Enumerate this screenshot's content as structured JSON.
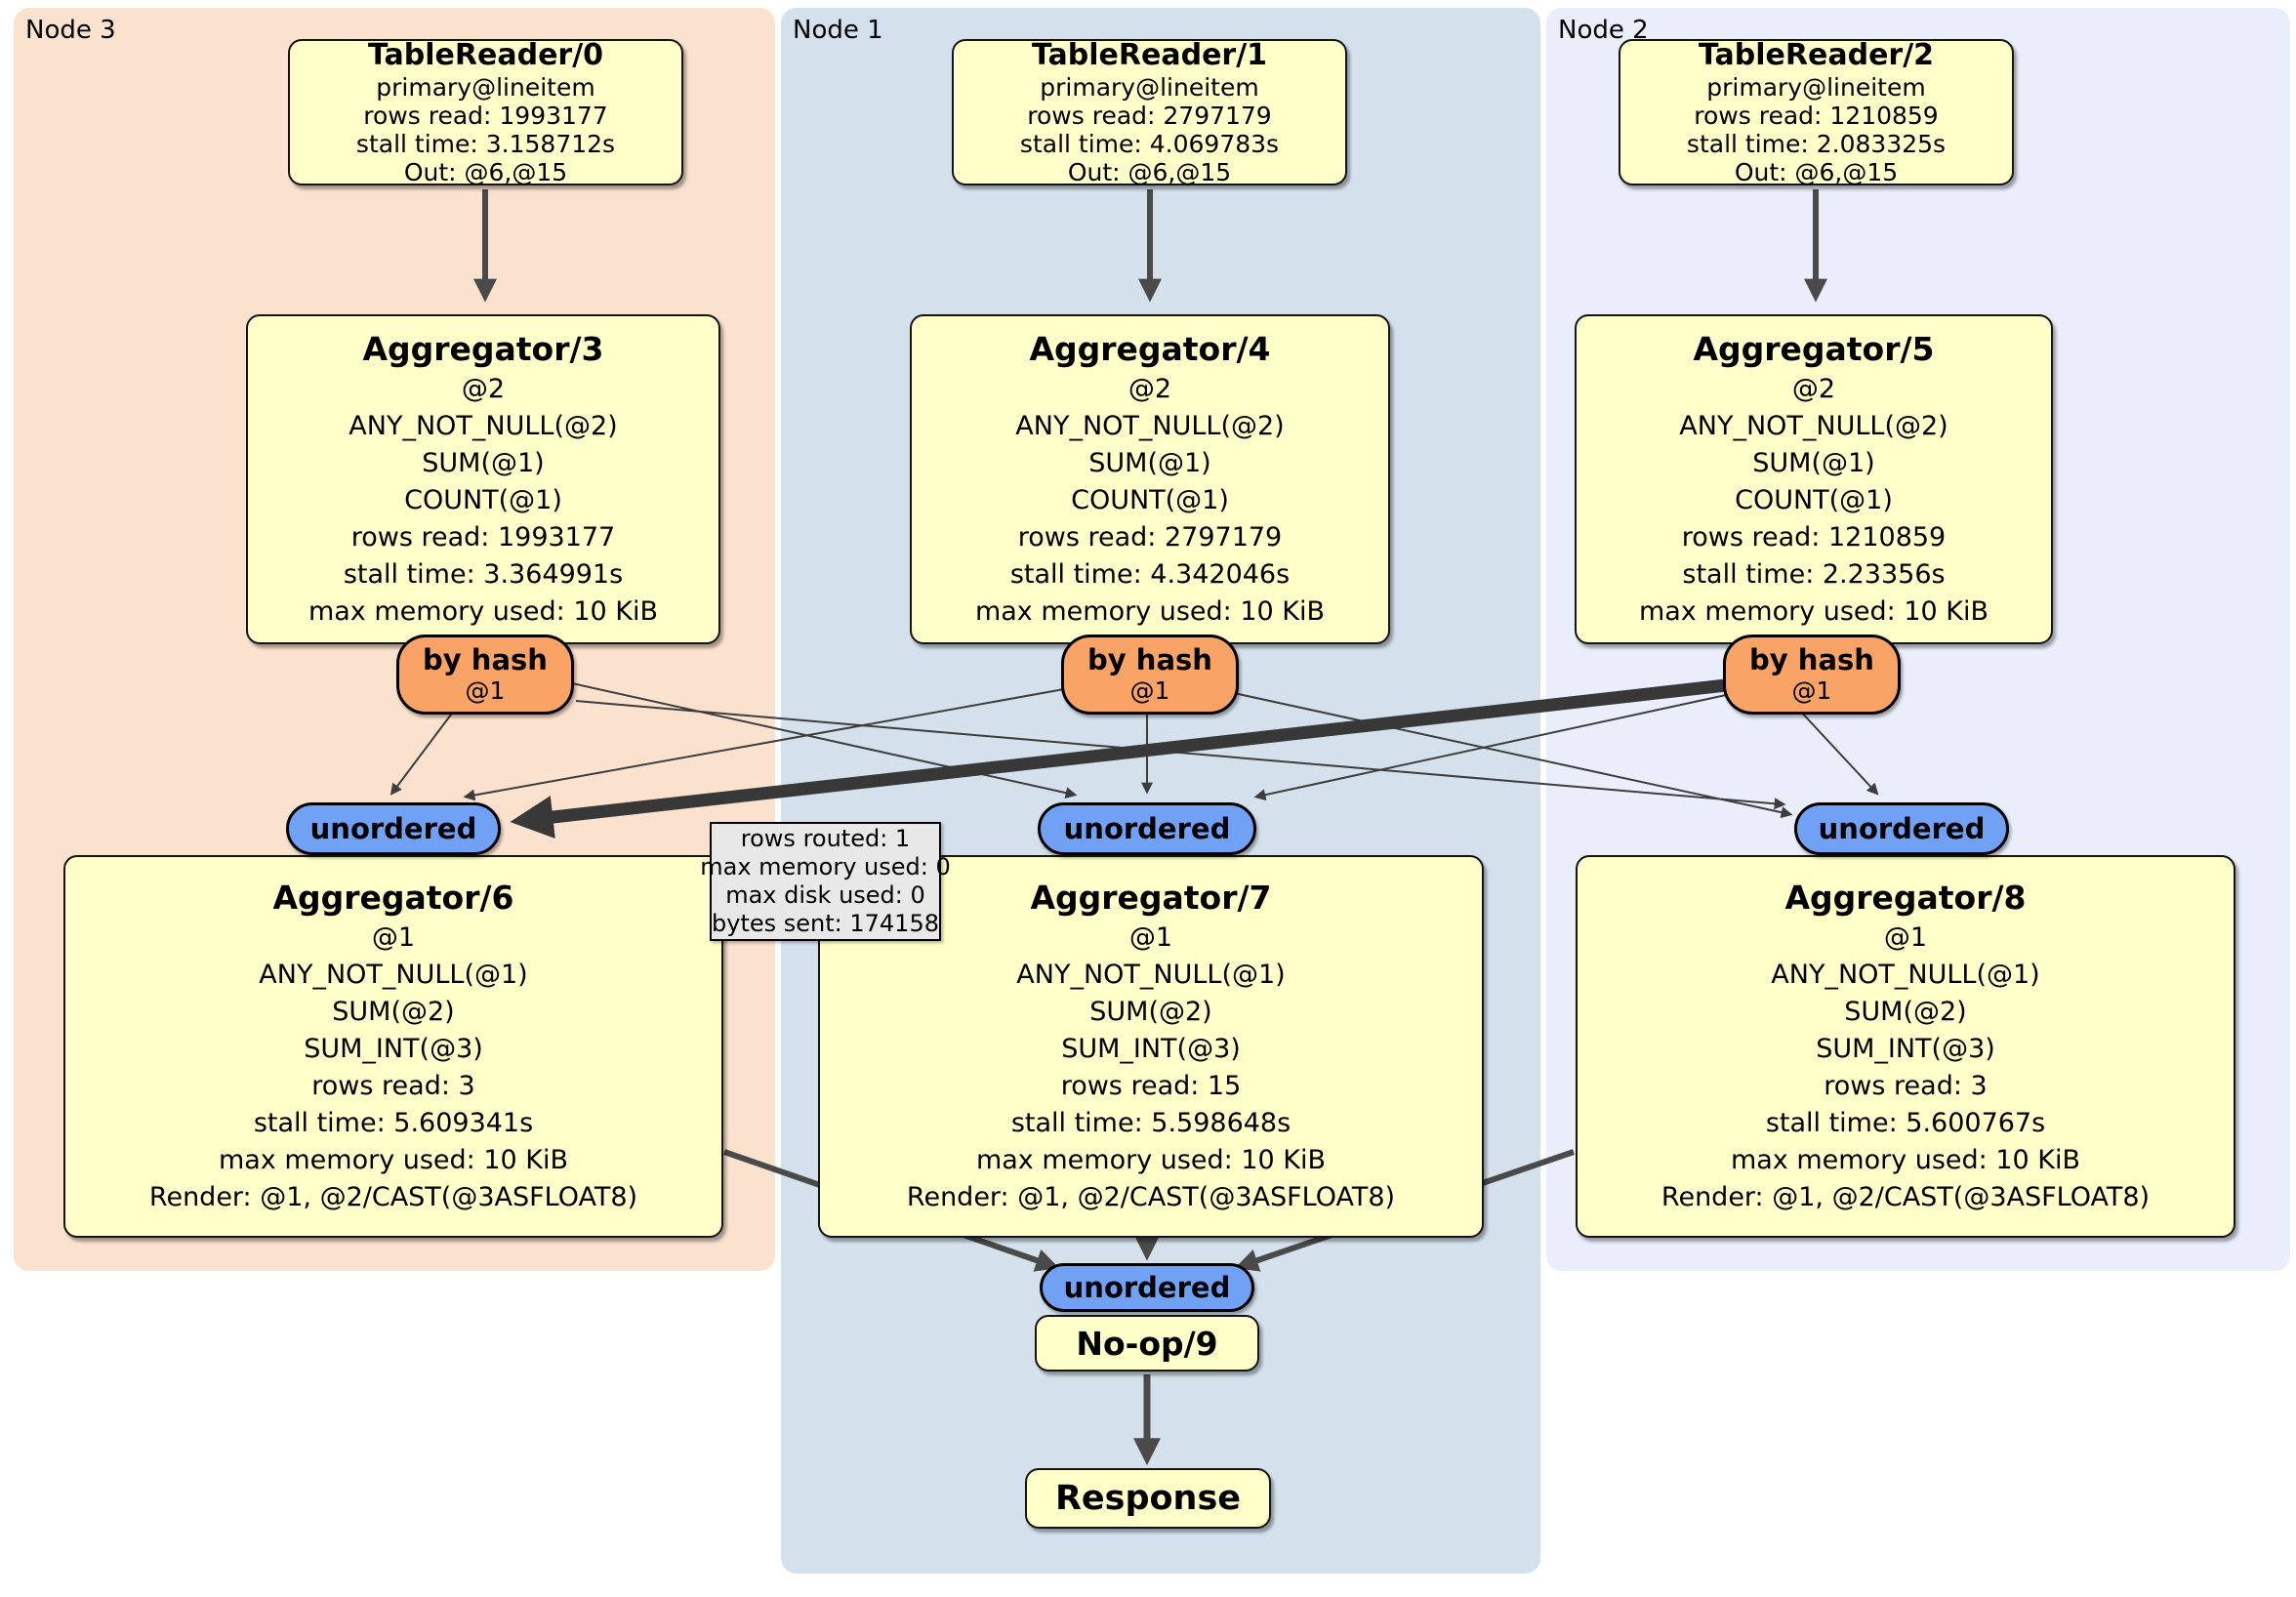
{
  "panels": [
    {
      "label": "Node 3"
    },
    {
      "label": "Node 1"
    },
    {
      "label": "Node 2"
    }
  ],
  "boxes": {
    "tr0": {
      "title": "TableReader/0",
      "lines": [
        "primary@lineitem",
        "rows read: 1993177",
        "stall time: 3.158712s",
        "Out: @6,@15"
      ]
    },
    "tr1": {
      "title": "TableReader/1",
      "lines": [
        "primary@lineitem",
        "rows read: 2797179",
        "stall time: 4.069783s",
        "Out: @6,@15"
      ]
    },
    "tr2": {
      "title": "TableReader/2",
      "lines": [
        "primary@lineitem",
        "rows read: 1210859",
        "stall time: 2.083325s",
        "Out: @6,@15"
      ]
    },
    "agg3": {
      "title": "Aggregator/3",
      "lines": [
        "@2",
        "ANY_NOT_NULL(@2)",
        "SUM(@1)",
        "COUNT(@1)",
        "rows read: 1993177",
        "stall time: 3.364991s",
        "max memory used: 10 KiB"
      ]
    },
    "agg4": {
      "title": "Aggregator/4",
      "lines": [
        "@2",
        "ANY_NOT_NULL(@2)",
        "SUM(@1)",
        "COUNT(@1)",
        "rows read: 2797179",
        "stall time: 4.342046s",
        "max memory used: 10 KiB"
      ]
    },
    "agg5": {
      "title": "Aggregator/5",
      "lines": [
        "@2",
        "ANY_NOT_NULL(@2)",
        "SUM(@1)",
        "COUNT(@1)",
        "rows read: 1210859",
        "stall time: 2.23356s",
        "max memory used: 10 KiB"
      ]
    },
    "agg6": {
      "title": "Aggregator/6",
      "lines": [
        "@1",
        "ANY_NOT_NULL(@1)",
        "SUM(@2)",
        "SUM_INT(@3)",
        "rows read: 3",
        "stall time: 5.609341s",
        "max memory used: 10 KiB",
        "Render: @1, @2/CAST(@3ASFLOAT8)"
      ]
    },
    "agg7": {
      "title": "Aggregator/7",
      "lines": [
        "@1",
        "ANY_NOT_NULL(@1)",
        "SUM(@2)",
        "SUM_INT(@3)",
        "rows read: 15",
        "stall time: 5.598648s",
        "max memory used: 10 KiB",
        "Render: @1, @2/CAST(@3ASFLOAT8)"
      ]
    },
    "agg8": {
      "title": "Aggregator/8",
      "lines": [
        "@1",
        "ANY_NOT_NULL(@1)",
        "SUM(@2)",
        "SUM_INT(@3)",
        "rows read: 3",
        "stall time: 5.600767s",
        "max memory used: 10 KiB",
        "Render: @1, @2/CAST(@3ASFLOAT8)"
      ]
    },
    "noop": {
      "title": "No-op/9"
    },
    "response": {
      "title": "Response"
    }
  },
  "routers": [
    {
      "label": "by hash",
      "key": "@1"
    },
    {
      "label": "by hash",
      "key": "@1"
    },
    {
      "label": "by hash",
      "key": "@1"
    }
  ],
  "syncs": [
    {
      "label": "unordered"
    },
    {
      "label": "unordered"
    },
    {
      "label": "unordered"
    },
    {
      "label": "unordered"
    }
  ],
  "tooltip": {
    "lines": [
      "rows routed: 1",
      "max memory used: 0",
      "max disk used: 0",
      "bytes sent: 174158"
    ]
  },
  "colors": {
    "node3_bg": "#fbe2cf",
    "node1_bg": "#d4e1ec",
    "node2_bg": "#e9eefa",
    "processor_bg": "#ffffca",
    "router_bg": "#f9a366",
    "sync_bg": "#70a1f5",
    "tooltip_bg": "#e8e8e8",
    "edge": "#444444"
  }
}
